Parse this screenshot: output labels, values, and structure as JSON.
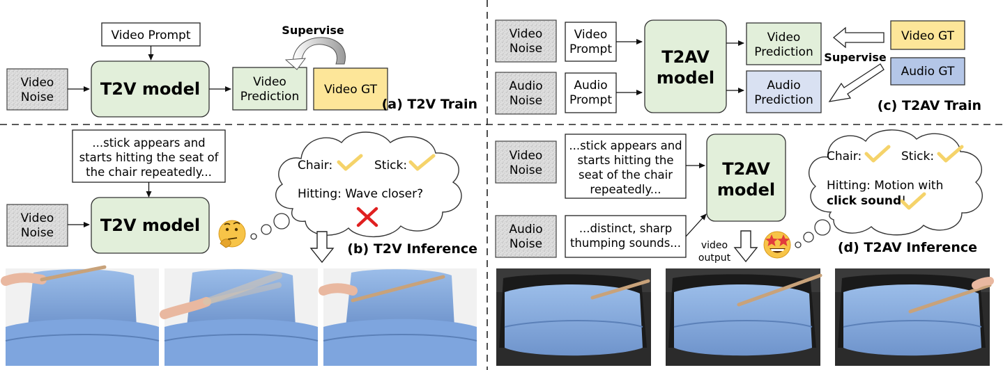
{
  "panel_a": {
    "video_prompt": "Video Prompt",
    "video_noise": [
      "Video",
      "Noise"
    ],
    "model": "T2V model",
    "prediction": [
      "Video",
      "Prediction"
    ],
    "gt": "Video GT",
    "supervise": "Supervise",
    "caption": "(a) T2V Train"
  },
  "panel_b": {
    "prompt_lines": [
      "...stick appears and",
      "starts hitting the seat of",
      "the chair repeatedly..."
    ],
    "video_noise": [
      "Video",
      "Noise"
    ],
    "model": "T2V model",
    "thought_chair": "Chair:",
    "thought_stick": "Stick:",
    "thought_hitting": "Hitting: Wave closer?",
    "caption": "(b) T2V Inference"
  },
  "panel_c": {
    "video_noise": [
      "Video",
      "Noise"
    ],
    "video_prompt": [
      "Video",
      "Prompt"
    ],
    "audio_noise": [
      "Audio",
      "Noise"
    ],
    "audio_prompt": [
      "Audio",
      "Prompt"
    ],
    "model": [
      "T2AV",
      "model"
    ],
    "video_prediction": [
      "Video",
      "Prediction"
    ],
    "audio_prediction": [
      "Audio",
      "Prediction"
    ],
    "video_gt": "Video GT",
    "audio_gt": "Audio GT",
    "supervise": "Supervise",
    "caption": "(c) T2AV Train"
  },
  "panel_d": {
    "video_noise": [
      "Video",
      "Noise"
    ],
    "video_prompt_lines": [
      "...stick appears and",
      "starts hitting the",
      "seat of the chair",
      "repeatedly..."
    ],
    "audio_noise": [
      "Audio",
      "Noise"
    ],
    "audio_prompt_lines": [
      "...distinct, sharp",
      "thumping sounds..."
    ],
    "model": [
      "T2AV",
      "model"
    ],
    "output_label": [
      "video",
      "output"
    ],
    "thought_chair": "Chair:",
    "thought_stick": "Stick:",
    "thought_hitting_1": "Hitting: Motion with",
    "thought_hitting_bold": "click sound",
    "thought_hitting_end": "!",
    "caption": "(d) T2AV Inference"
  },
  "colors": {
    "model_green": "#e2efda",
    "gt_yellow": "#fde699",
    "audio_blue": "#d9e1f2",
    "noise_gray": "#dcdcdc",
    "check_yellow": "#f5d36a",
    "cross_red": "#e02020",
    "chair_blue": "#8fb3e3"
  }
}
